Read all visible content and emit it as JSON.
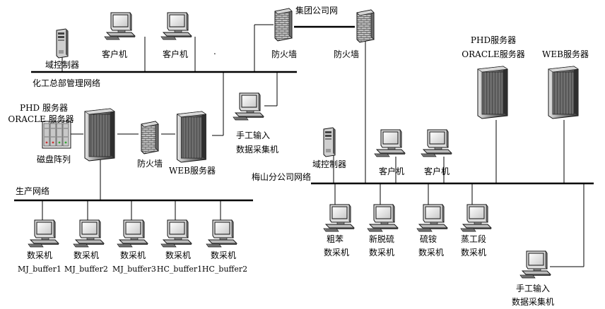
{
  "networks": {
    "hq": "化工总部管理网络",
    "group": "集团公司网",
    "production": "生产网络",
    "branch": "梅山分公司网络"
  },
  "hq": {
    "domain_controller": "域控制器",
    "client1": "客户机",
    "client2": "客户机",
    "firewall_left": "防火墙",
    "firewall_right": "防火墙",
    "manual_input_line1": "手工输入",
    "manual_input_line2": "数据采集机"
  },
  "plant": {
    "server_line1": "PHD 服务器",
    "server_line2": "ORACLE 服务器",
    "disk_array": "磁盘阵列",
    "firewall": "防火墙",
    "web_server": "WEB服务器"
  },
  "production_nodes": [
    {
      "line1": "数采机",
      "line2": "MJ_buffer1"
    },
    {
      "line1": "数采机",
      "line2": "MJ_buffer2"
    },
    {
      "line1": "数采机",
      "line2": "MJ_buffer3"
    },
    {
      "line1": "数采机",
      "line2": "HC_buffer1"
    },
    {
      "line1": "数采机",
      "line2": "HC_buffer2"
    }
  ],
  "branch": {
    "domain_controller": "域控制器",
    "client1": "客户机",
    "client2": "客户机",
    "phd_line1": "PHD服务器",
    "phd_line2": "ORACLE服务器",
    "web_server": "WEB服务器",
    "manual_input_line1": "手工输入",
    "manual_input_line2": "数据采集机"
  },
  "branch_nodes": [
    {
      "line1": "粗苯",
      "line2": "数采机"
    },
    {
      "line1": "新脱硫",
      "line2": "数采机"
    },
    {
      "line1": "硫铵",
      "line2": "数采机"
    },
    {
      "line1": "蒸工段",
      "line2": "数采机"
    }
  ],
  "stray_mark": "."
}
